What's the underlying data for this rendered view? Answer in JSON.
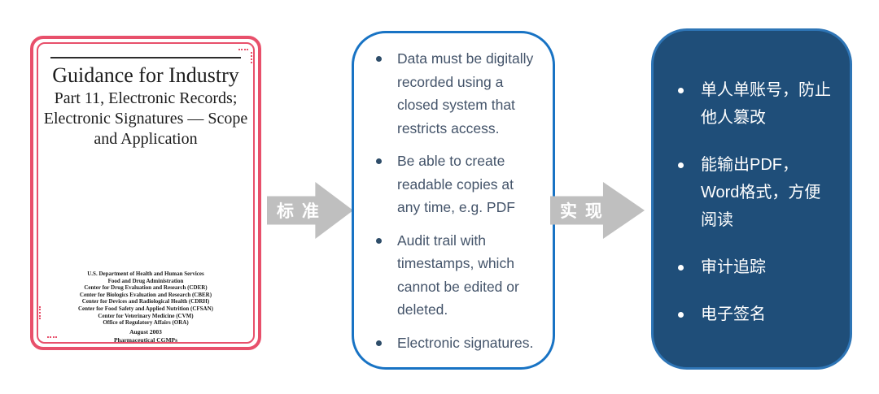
{
  "colors": {
    "cover_border_red": "#e8506b",
    "standards_border_blue": "#1873c4",
    "implementation_fill_blue": "#1f4e79",
    "implementation_border_blue": "#2e75b6",
    "arrow_gray": "#bfbfbf",
    "standards_text": "#44546a",
    "bullet_navy": "#2e4d69"
  },
  "document": {
    "title": "Guidance for Industry",
    "subtitle_lines": [
      "Part 11, Electronic Records;",
      "Electronic Signatures — Scope",
      "and Application"
    ],
    "agency_lines": [
      "U.S. Department of Health and Human Services",
      "Food and Drug Administration",
      "Center for Drug Evaluation and Research (CDER)",
      "Center for Biologics Evaluation and Research (CBER)",
      "Center for Devices and Radiological Health (CDRH)",
      "Center for Food Safety and Applied Nutrition (CFSAN)",
      "Center for Veterinary Medicine (CVM)",
      "Office of Regulatory Affairs (ORA)"
    ],
    "date_line": "August 2003",
    "footer_line": "Pharmaceutical CGMPs"
  },
  "arrows": {
    "standard_label": "标 准",
    "implement_label": "实 现"
  },
  "standards": {
    "items": [
      "Data must be digitally recorded using a closed system that restricts access.",
      "Be able to create readable copies at any time, e.g. PDF",
      "Audit trail with timestamps, which cannot be edited or deleted.",
      "Electronic signatures."
    ]
  },
  "implementation": {
    "items": [
      "单人单账号，防止他人篡改",
      "能输出PDF，Word格式，方便阅读",
      "审计追踪",
      "电子签名"
    ]
  }
}
